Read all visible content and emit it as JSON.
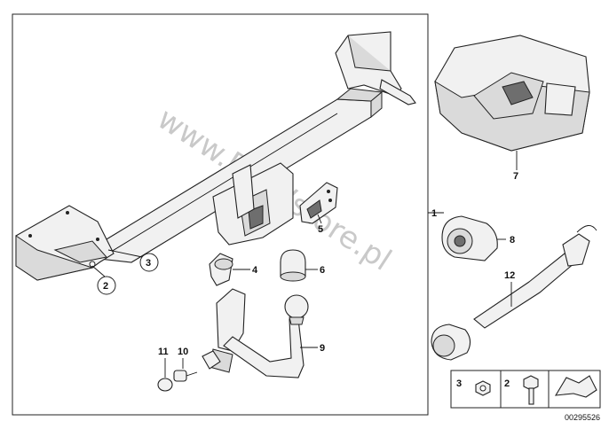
{
  "diagram": {
    "watermark": "www.BMWstore.pl",
    "diagram_id": "00295526",
    "callouts": {
      "p1": "1",
      "p2": "2",
      "p3": "3",
      "p4": "4",
      "p5": "5",
      "p6": "6",
      "p7": "7",
      "p8": "8",
      "p9": "9",
      "p10": "10",
      "p11": "11",
      "p12": "12"
    },
    "legend": {
      "item_a": "3",
      "item_b": "2"
    }
  }
}
